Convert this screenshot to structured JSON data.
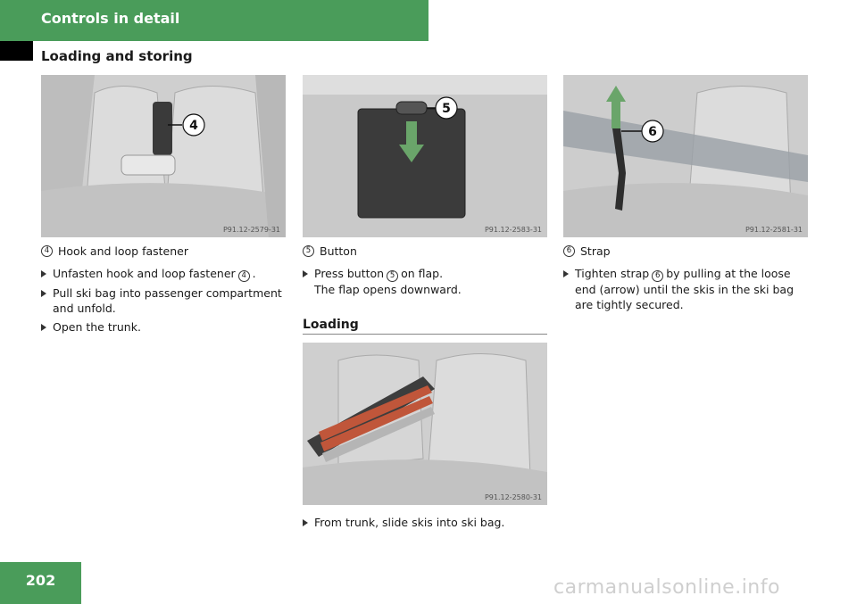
{
  "header": {
    "title": "Controls in detail",
    "subtitle": "Loading and storing"
  },
  "page_number": "202",
  "watermark": "carmanualsonline.info",
  "columns": [
    {
      "photo_ref": "P91.12-2579-31",
      "callout": "4",
      "caption_num": "4",
      "caption": "Hook and loop fastener",
      "steps": [
        {
          "pre": "Unfasten hook and loop fastener",
          "num": "4",
          "post": "."
        },
        {
          "text": "Pull ski bag into passenger compartment and unfold."
        },
        {
          "text": "Open the trunk."
        }
      ]
    },
    {
      "photo_ref": "P91.12-2583-31",
      "callout": "5",
      "caption_num": "5",
      "caption": "Button",
      "steps": [
        {
          "pre": "Press button",
          "num": "5",
          "post": "on flap.",
          "line2": "The flap opens downward."
        }
      ],
      "section_heading": "Loading",
      "loading_photo_ref": "P91.12-2580-31",
      "loading_step": "From trunk, slide skis into ski bag."
    },
    {
      "photo_ref": "P91.12-2581-31",
      "callout": "6",
      "caption_num": "6",
      "caption": "Strap",
      "steps": [
        {
          "pre": "Tighten strap",
          "num": "6",
          "post": "by pulling at the loose end (arrow) until the skis in the ski bag are tightly secured."
        }
      ]
    }
  ]
}
